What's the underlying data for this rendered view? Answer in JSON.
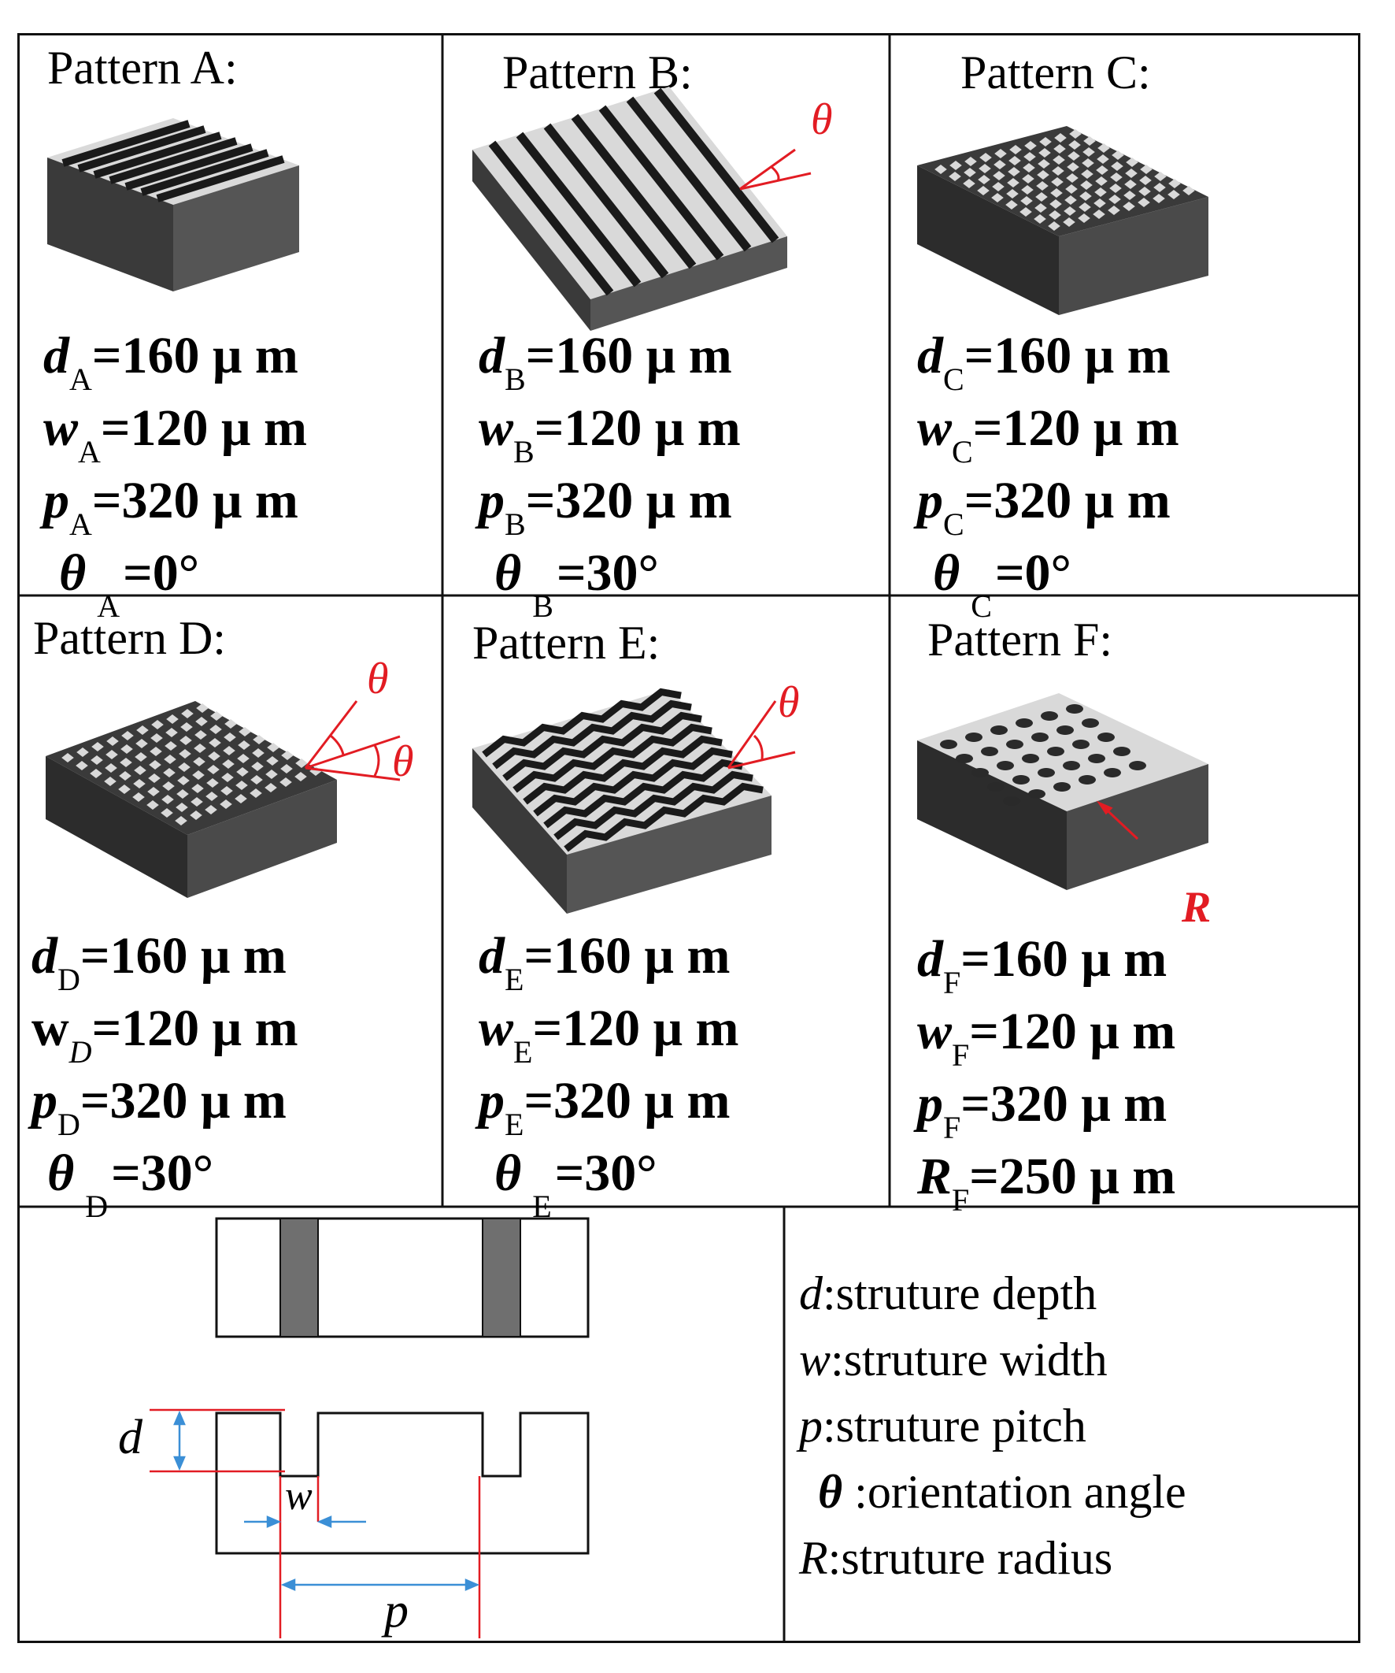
{
  "patterns": [
    {
      "title": "Pattern A:",
      "letter": "A",
      "d": "=160 μ m",
      "w": "=120 μ m",
      "p": "=320 μ m",
      "last_sym": "θ",
      "last_val": "=0°"
    },
    {
      "title": "Pattern B:",
      "letter": "B",
      "d": "=160 μ m",
      "w": "=120 μ m",
      "p": "=320 μ m",
      "last_sym": "θ",
      "last_val": "=30°"
    },
    {
      "title": "Pattern C:",
      "letter": "C",
      "d": "=160 μ m",
      "w": "=120 μ m",
      "p": "=320 μ m",
      "last_sym": "θ",
      "last_val": "=0°"
    },
    {
      "title": "Pattern D:",
      "letter": "D",
      "d": "=160 μ m",
      "w": "=120 μ m",
      "p": "=320 μ m",
      "last_sym": "θ",
      "last_val": "=30°"
    },
    {
      "title": "Pattern E:",
      "letter": "E",
      "d": "=160 μ m",
      "w": "=120 μ m",
      "p": "=320 μ m",
      "last_sym": "θ",
      "last_val": "=30°"
    },
    {
      "title": "Pattern F:",
      "letter": "F",
      "d": "=160 μ m",
      "w": "=120 μ m",
      "p": "=320 μ m",
      "last_sym": "R",
      "last_val": "=250 μ m"
    }
  ],
  "annotations": {
    "theta": "θ",
    "radius": "R"
  },
  "dimension_labels": {
    "d": "d",
    "w": "w",
    "p": "p"
  },
  "legend": {
    "d_sym": "d",
    "d_text": ":struture depth",
    "w_sym": "w",
    "w_text": ":struture width",
    "p_sym": "p",
    "p_text": ":struture pitch",
    "theta_sym": "θ",
    "theta_text": " :orientation angle",
    "r_sym": "R",
    "r_text": ":struture radius"
  },
  "colors": {
    "annotation": "#e21c23",
    "dimension_arrow": "#3b8fd6",
    "groove_fill": "#6f6f6f",
    "block_dark": "#3a3a3a",
    "block_light": "#d9d9d9"
  }
}
